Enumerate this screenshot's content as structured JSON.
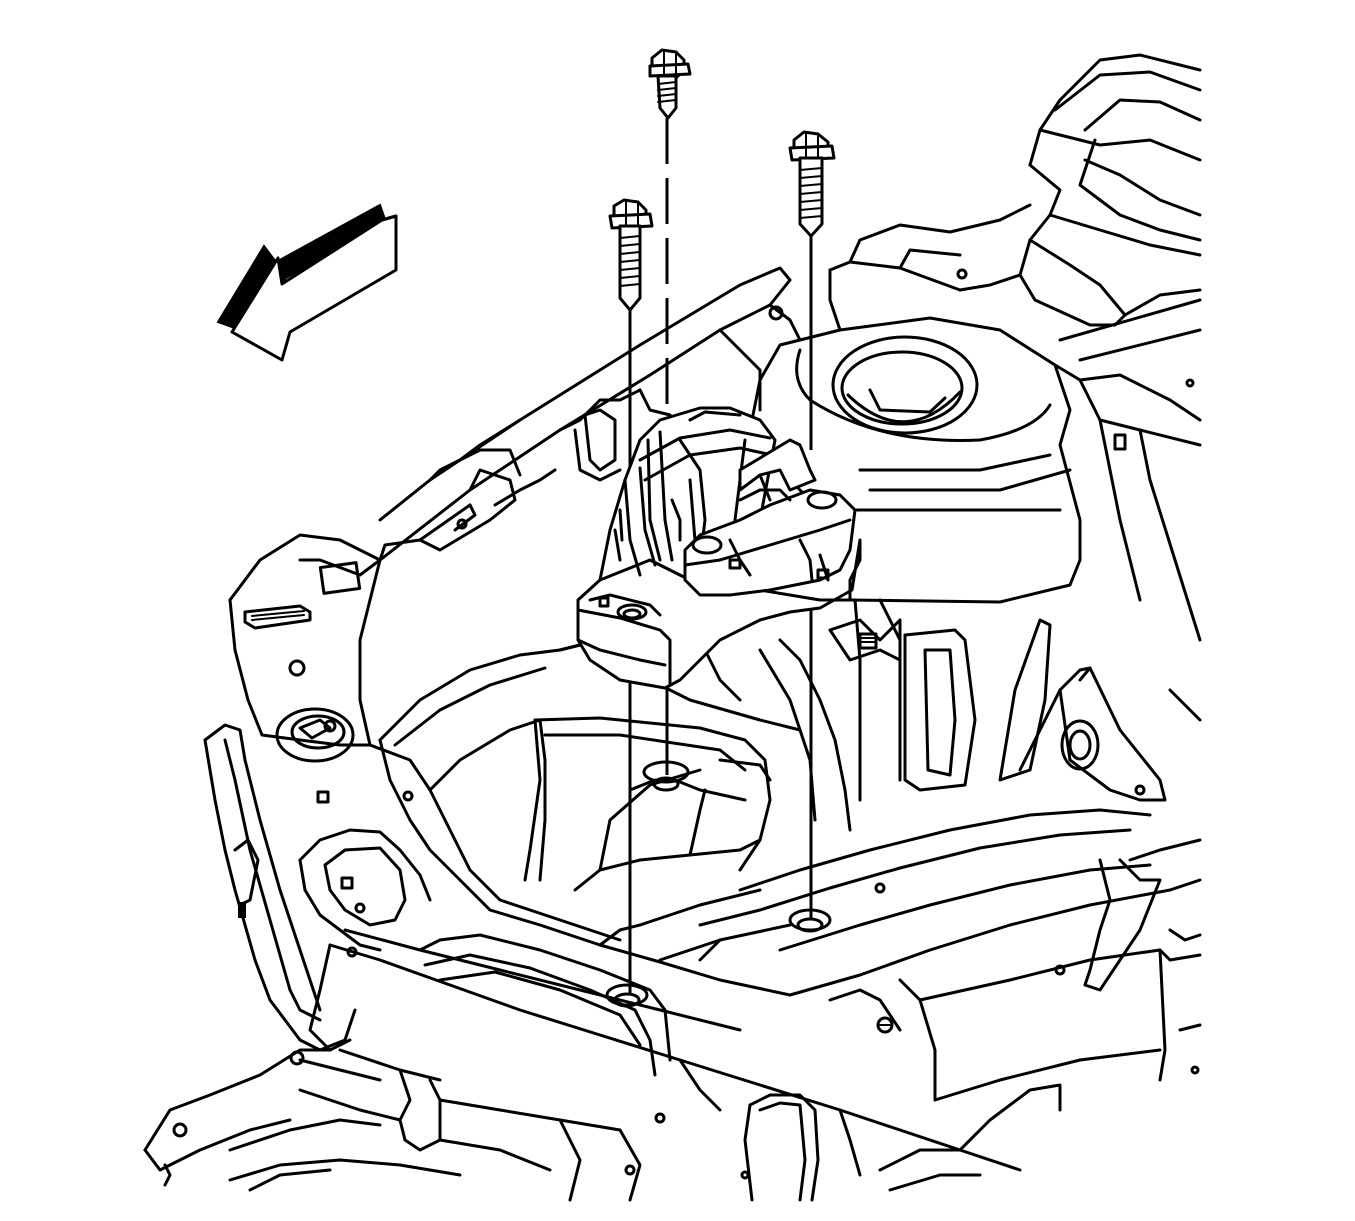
{
  "figure": {
    "subject": "transmission-mount-installation",
    "components": [
      {
        "id": "bolt-front-left",
        "icon": "bolt-icon"
      },
      {
        "id": "bolt-rear-center",
        "icon": "bolt-icon"
      },
      {
        "id": "bolt-front-right",
        "icon": "bolt-icon"
      },
      {
        "id": "transmission-mount",
        "icon": "mount-bracket-icon"
      },
      {
        "id": "direction-arrow",
        "icon": "front-of-vehicle-arrow-icon"
      }
    ],
    "colors": {
      "line": "#000000",
      "background": "#ffffff"
    }
  }
}
